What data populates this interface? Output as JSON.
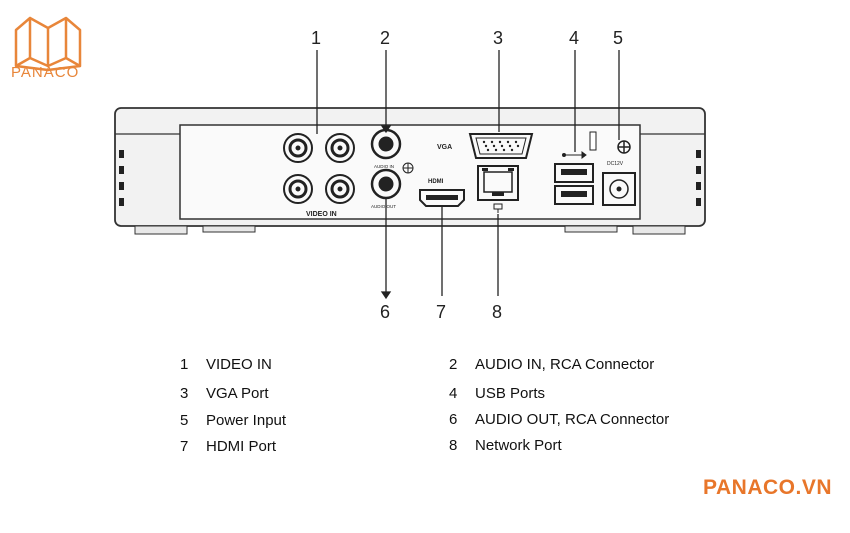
{
  "brand": {
    "logo_text": "PANACO",
    "site": "PANACO.VN",
    "accent_color": "#e8863a"
  },
  "device": {
    "port_labels": {
      "video_in": "VIDEO IN",
      "audio_in": "AUDIO IN",
      "audio_out": "AUDIO OUT",
      "vga": "VGA",
      "hdmi": "HDMI",
      "power": "DC12V"
    }
  },
  "callouts_top": [
    "1",
    "2",
    "3",
    "4",
    "5"
  ],
  "callouts_bottom": [
    "6",
    "7",
    "8"
  ],
  "legend": [
    {
      "number": "1",
      "label": "VIDEO IN"
    },
    {
      "number": "2",
      "label": "AUDIO IN, RCA Connector"
    },
    {
      "number": "3",
      "label": "VGA Port"
    },
    {
      "number": "4",
      "label": "USB Ports"
    },
    {
      "number": "5",
      "label": "Power Input"
    },
    {
      "number": "6",
      "label": "AUDIO OUT, RCA Connector"
    },
    {
      "number": "7",
      "label": "HDMI Port"
    },
    {
      "number": "8",
      "label": "Network Port"
    }
  ]
}
